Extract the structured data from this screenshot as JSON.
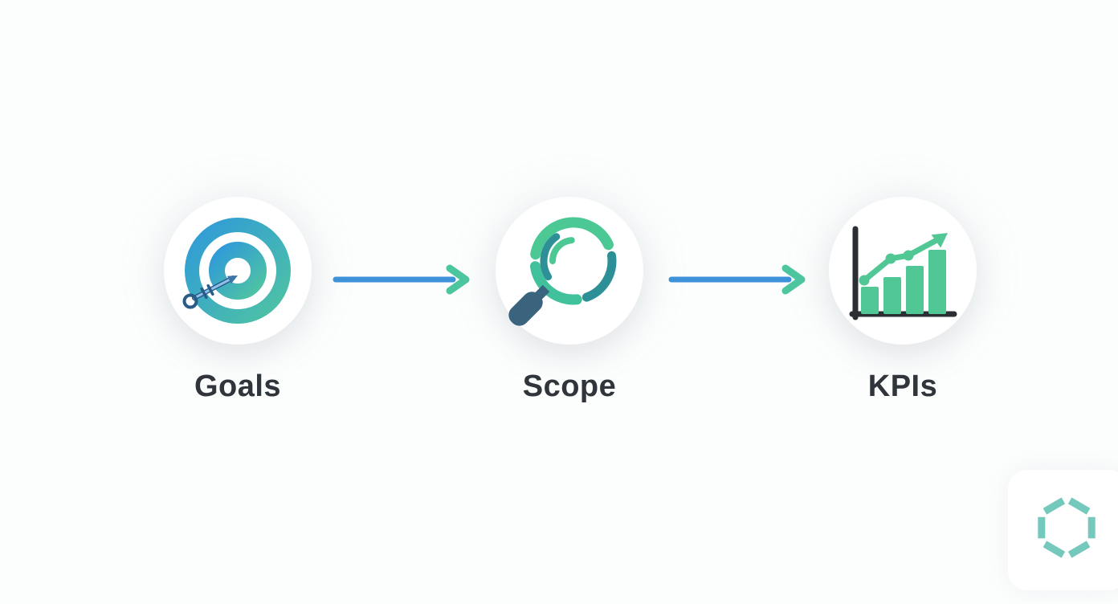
{
  "diagram": {
    "steps": [
      {
        "label": "Goals",
        "icon": "target-icon"
      },
      {
        "label": "Scope",
        "icon": "magnifying-glass-icon"
      },
      {
        "label": "KPIs",
        "icon": "bar-chart-icon"
      }
    ],
    "connectors": [
      {
        "from": "Goals",
        "to": "Scope",
        "type": "arrow-right"
      },
      {
        "from": "Scope",
        "to": "KPIs",
        "type": "arrow-right"
      }
    ]
  },
  "logo": {
    "name": "hexagon-logo"
  },
  "colors": {
    "background": "#fcfdfd",
    "label_text": "#2f353b",
    "arrow_shaft_blue": "#3e92d9",
    "arrow_head_green": "#4dc6a0",
    "target_gradient_start": "#2f9ad9",
    "target_gradient_end": "#4fc3a3",
    "dart_dark_blue": "#2a5a86",
    "dart_light_blue": "#8fc0ec",
    "magnifier_green": "#4bc893",
    "magnifier_teal": "#2e9097",
    "magnifier_handle": "#3a647e",
    "chart_green": "#52c796",
    "chart_axis": "#2b2f33",
    "logo_teal": "#74c8bc"
  }
}
